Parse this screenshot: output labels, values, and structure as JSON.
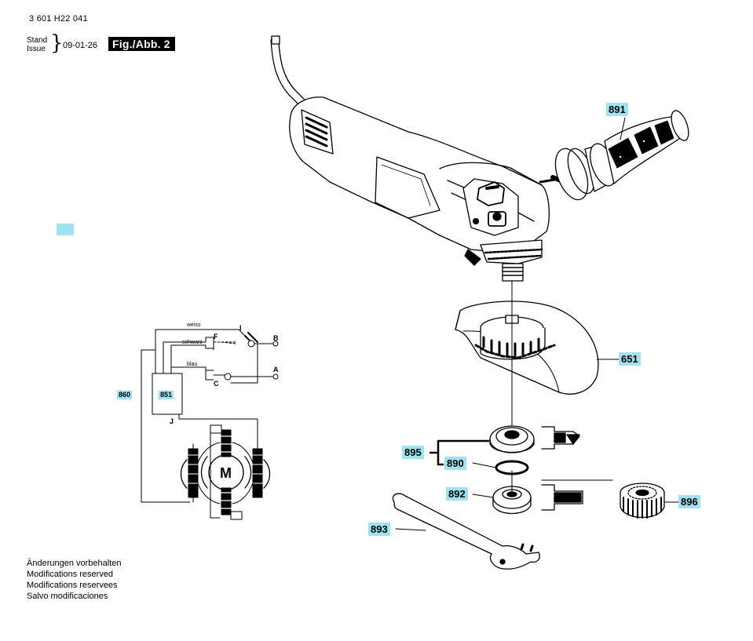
{
  "header": {
    "doc_number": "3 601 H22 041",
    "stand_label": "Stand",
    "issue_label": "Issue",
    "brace": "}",
    "issue_date": "09-01-26",
    "figure_label": "Fig./Abb. 2"
  },
  "parts": {
    "p891": "891",
    "p651": "651",
    "p895": "895",
    "p890": "890",
    "p892": "892",
    "p896": "896",
    "p893": "893"
  },
  "wiring": {
    "p860": "860",
    "p851": "851",
    "wire_weiss": "weiss",
    "wire_schwarz": "schwarz",
    "wire_blau": "blau",
    "term_I": "I",
    "term_F": "F",
    "term_B": "B",
    "term_A": "A",
    "term_C": "C",
    "term_J": "J",
    "motor": "M"
  },
  "notes": [
    "Änderungen vorbehalten",
    "Modifications reserved",
    "Modifications reservees",
    "Salvo modificaciones"
  ],
  "colors": {
    "label_bg": "#9ee3ef",
    "figure_bg": "#000000"
  }
}
